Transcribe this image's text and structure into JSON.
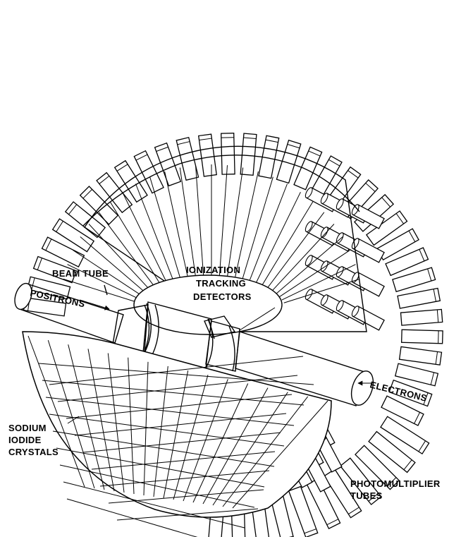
{
  "labels": {
    "beam_tube": "BEAM TUBE",
    "positrons": "POSITRONS",
    "ionization": [
      "IONIZATION",
      "TRACKING",
      "DETECTORS"
    ],
    "electrons": "ELECTRONS",
    "sodium": [
      "SODIUM",
      "IODIDE",
      "CRYSTALS"
    ],
    "photomultiplier": [
      "PHOTOMULTIPLIER",
      "TUBES"
    ]
  }
}
